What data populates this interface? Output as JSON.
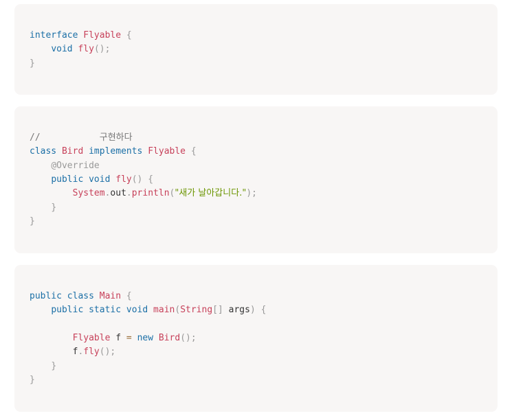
{
  "blocks": [
    {
      "lines": [
        {
          "indent": "",
          "tokens": [
            {
              "t": "interface",
              "c": "kw"
            },
            {
              "t": " ",
              "c": "plain"
            },
            {
              "t": "Flyable",
              "c": "type"
            },
            {
              "t": " ",
              "c": "plain"
            },
            {
              "t": "{",
              "c": "punc"
            }
          ]
        },
        {
          "indent": "    ",
          "tokens": [
            {
              "t": "void",
              "c": "kw"
            },
            {
              "t": " ",
              "c": "plain"
            },
            {
              "t": "fly",
              "c": "fn"
            },
            {
              "t": "();",
              "c": "punc"
            }
          ]
        },
        {
          "indent": "",
          "tokens": [
            {
              "t": "}",
              "c": "punc"
            }
          ]
        }
      ]
    },
    {
      "lines": [
        {
          "indent": "",
          "tokens": [
            {
              "t": "//           ",
              "c": "cmt"
            },
            {
              "t": "구현하다",
              "c": "cmt hangul"
            }
          ]
        },
        {
          "indent": "",
          "tokens": [
            {
              "t": "class",
              "c": "kw"
            },
            {
              "t": " ",
              "c": "plain"
            },
            {
              "t": "Bird",
              "c": "type"
            },
            {
              "t": " ",
              "c": "plain"
            },
            {
              "t": "implements",
              "c": "kw"
            },
            {
              "t": " ",
              "c": "plain"
            },
            {
              "t": "Flyable",
              "c": "type"
            },
            {
              "t": " ",
              "c": "plain"
            },
            {
              "t": "{",
              "c": "punc"
            }
          ]
        },
        {
          "indent": "    ",
          "tokens": [
            {
              "t": "@Override",
              "c": "anno"
            }
          ]
        },
        {
          "indent": "    ",
          "tokens": [
            {
              "t": "public",
              "c": "kw"
            },
            {
              "t": " ",
              "c": "plain"
            },
            {
              "t": "void",
              "c": "kw"
            },
            {
              "t": " ",
              "c": "plain"
            },
            {
              "t": "fly",
              "c": "fn"
            },
            {
              "t": "()",
              "c": "punc"
            },
            {
              "t": " ",
              "c": "plain"
            },
            {
              "t": "{",
              "c": "punc"
            }
          ]
        },
        {
          "indent": "        ",
          "tokens": [
            {
              "t": "System",
              "c": "type"
            },
            {
              "t": ".",
              "c": "punc"
            },
            {
              "t": "out",
              "c": "plain"
            },
            {
              "t": ".",
              "c": "punc"
            },
            {
              "t": "println",
              "c": "fn"
            },
            {
              "t": "(",
              "c": "punc"
            },
            {
              "t": "\"새가 날아갑니다.\"",
              "c": "str hangul"
            },
            {
              "t": ");",
              "c": "punc"
            }
          ]
        },
        {
          "indent": "    ",
          "tokens": [
            {
              "t": "}",
              "c": "punc"
            }
          ]
        },
        {
          "indent": "",
          "tokens": [
            {
              "t": "}",
              "c": "punc"
            }
          ]
        }
      ]
    },
    {
      "lines": [
        {
          "indent": "",
          "tokens": [
            {
              "t": "public",
              "c": "kw"
            },
            {
              "t": " ",
              "c": "plain"
            },
            {
              "t": "class",
              "c": "kw"
            },
            {
              "t": " ",
              "c": "plain"
            },
            {
              "t": "Main",
              "c": "type"
            },
            {
              "t": " ",
              "c": "plain"
            },
            {
              "t": "{",
              "c": "punc"
            }
          ]
        },
        {
          "indent": "    ",
          "tokens": [
            {
              "t": "public",
              "c": "kw"
            },
            {
              "t": " ",
              "c": "plain"
            },
            {
              "t": "static",
              "c": "kw"
            },
            {
              "t": " ",
              "c": "plain"
            },
            {
              "t": "void",
              "c": "kw"
            },
            {
              "t": " ",
              "c": "plain"
            },
            {
              "t": "main",
              "c": "fn"
            },
            {
              "t": "(",
              "c": "punc"
            },
            {
              "t": "String",
              "c": "type"
            },
            {
              "t": "[]",
              "c": "punc"
            },
            {
              "t": " args",
              "c": "plain"
            },
            {
              "t": ")",
              "c": "punc"
            },
            {
              "t": " ",
              "c": "plain"
            },
            {
              "t": "{",
              "c": "punc"
            }
          ]
        },
        {
          "indent": "",
          "tokens": []
        },
        {
          "indent": "        ",
          "tokens": [
            {
              "t": "Flyable",
              "c": "type"
            },
            {
              "t": " f ",
              "c": "plain"
            },
            {
              "t": "=",
              "c": "op"
            },
            {
              "t": " ",
              "c": "plain"
            },
            {
              "t": "new",
              "c": "kw"
            },
            {
              "t": " ",
              "c": "plain"
            },
            {
              "t": "Bird",
              "c": "type"
            },
            {
              "t": "();",
              "c": "punc"
            }
          ]
        },
        {
          "indent": "        ",
          "tokens": [
            {
              "t": "f",
              "c": "plain"
            },
            {
              "t": ".",
              "c": "punc"
            },
            {
              "t": "fly",
              "c": "fn"
            },
            {
              "t": "();",
              "c": "punc"
            }
          ]
        },
        {
          "indent": "    ",
          "tokens": [
            {
              "t": "}",
              "c": "punc"
            }
          ]
        },
        {
          "indent": "",
          "tokens": [
            {
              "t": "}",
              "c": "punc"
            }
          ]
        }
      ]
    }
  ]
}
